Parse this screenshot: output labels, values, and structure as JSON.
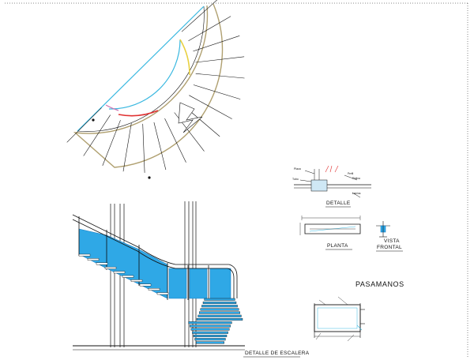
{
  "labels": {
    "detalle": "DETALLE",
    "planta": "PLANTA",
    "vista_frontal_line1": "VISTA",
    "vista_frontal_line2": "FRONTAL",
    "pasamanos": "PASAMANOS",
    "detalle_escalera": "DETALLE DE ESCALERA"
  },
  "colors": {
    "line": "#111111",
    "glass": "#2fa8e6",
    "glass_dark": "#1a7fc4",
    "accent_red": "#e03030",
    "accent_yellow": "#e8d040",
    "accent_cyan": "#39b8e0",
    "accent_pink": "#d070b0",
    "handrail": "#b0a070"
  },
  "plan_view": {
    "step_count": 15
  },
  "elevation": {
    "visible_treads": 14
  }
}
